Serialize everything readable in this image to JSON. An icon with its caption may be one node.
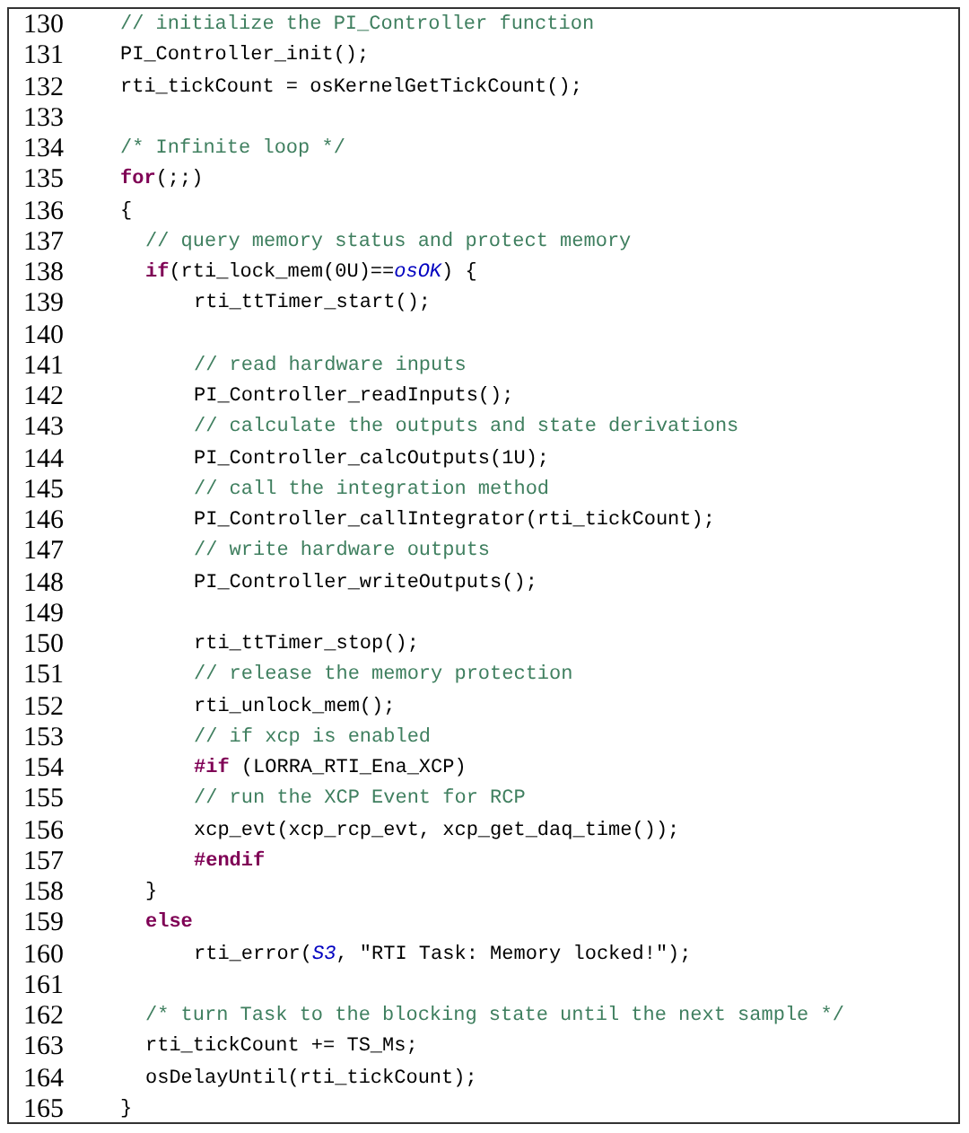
{
  "diagram": {
    "labels": [
      "130",
      "// initialize the PI_Controller function",
      "131",
      "PI_Controller_init();",
      "132",
      "rti_tickCount = osKernelGetTickCount();",
      "133",
      "134",
      "/* Infinite loop */",
      "135",
      "**for**(;;)",
      "136",
      "{",
      "137",
      "// query memory status and protect memory",
      "138",
      "**if**(rti_lock_mem(0U)==*osOK*) {",
      "139",
      "rti_ttTimer_start();",
      "140",
      "141",
      "// read hardware inputs",
      "142",
      "PI_Controller_readInputs();",
      "143",
      "// calculate the outputs and state derivations",
      "144",
      "PI_Controller_calcOutputs(1U);",
      "145",
      "// call the integration method",
      "146",
      "PI_Controller_callIntegrator(rti_tickCount);",
      "147",
      "// write hardware outputs",
      "148",
      "PI_Controller_writeOutputs();",
      "149",
      "150",
      "rti_ttTimer_stop();",
      "151",
      "// release the memory protection",
      "152",
      "rti_unlock_mem();",
      "153",
      "// if xcp is enabled",
      "154",
      "**#if** (LORRA_RTI_Ena_XCP)",
      "155",
      "// run the XCP Event for RCP",
      "156",
      "xcp_evt(xcp_rcp_evt, xcp_get_daq_time());",
      "157",
      "#endif",
      "158",
      "}",
      "159",
      "else",
      "160",
      "rti_error(*S3*, \"RTI Task: Memory locked!\");",
      "161",
      "162",
      "/* turn Task to the blocking state until the next sample */",
      "163",
      "rti_tickCount += TS_Ms;",
      "164",
      "osDelayUntil(rti_tickCount);",
      "165",
      "}"
    ]
  }
}
